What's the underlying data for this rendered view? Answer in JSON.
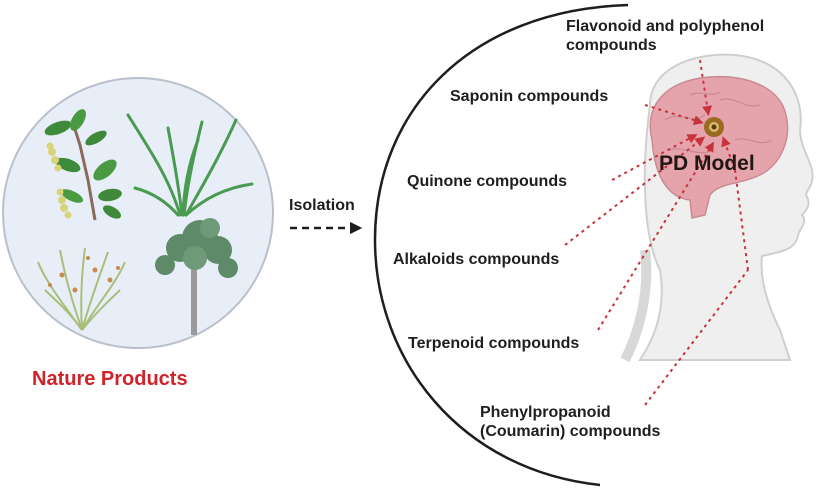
{
  "source_panel": {
    "title": "Nature Products",
    "plants": [
      "barberry-branch",
      "grass-tuft",
      "ephedra-shrub",
      "tree"
    ],
    "color": "#d0232a"
  },
  "process": {
    "label": "Isolation"
  },
  "target": {
    "label": "PD Model"
  },
  "compounds": [
    {
      "line1": "Flavonoid and polyphenol",
      "line2": "compounds"
    },
    {
      "line1": "Saponin compounds"
    },
    {
      "line1": "Quinone compounds"
    },
    {
      "line1": "Alkaloids compounds"
    },
    {
      "line1": "Terpenoid compounds"
    },
    {
      "line1": "Phenylpropanoid",
      "line2": "(Coumarin) compounds"
    }
  ],
  "colors": {
    "arrow": "#c8323c",
    "brain": "#e5a4ac",
    "lesion": "#9a6a1e",
    "circle_fill": "#e8eef8"
  }
}
